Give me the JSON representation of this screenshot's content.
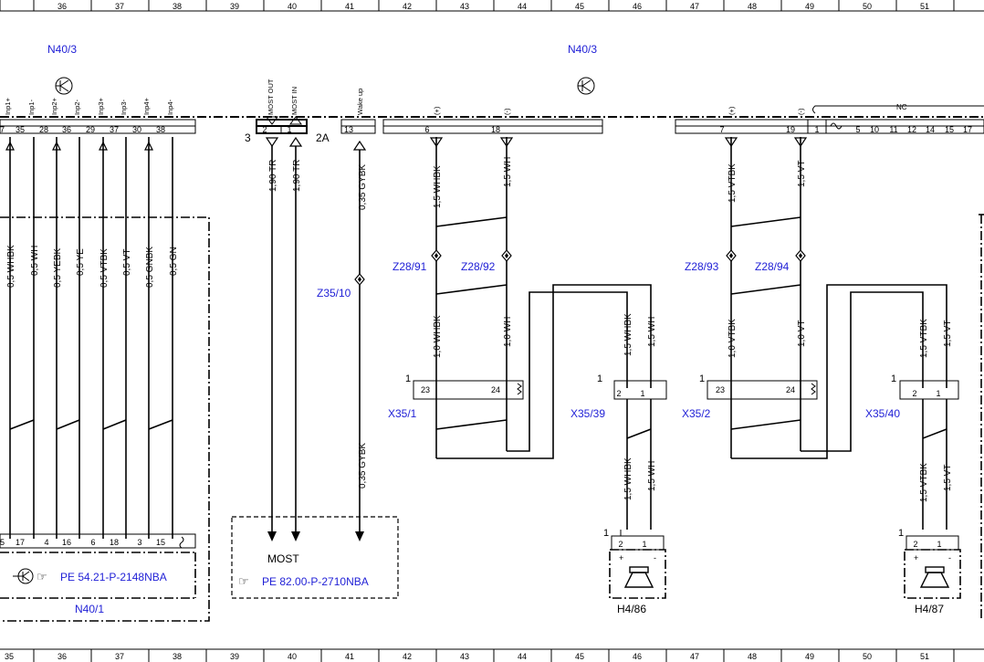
{
  "ruler": {
    "top": [
      "36",
      "37",
      "38",
      "39",
      "40",
      "41",
      "42",
      "43",
      "44",
      "45",
      "46",
      "47",
      "48",
      "49",
      "50",
      "51"
    ],
    "bottom": [
      "35",
      "36",
      "37",
      "38",
      "39",
      "40",
      "41",
      "42",
      "43",
      "44",
      "45",
      "46",
      "47",
      "48",
      "49",
      "50",
      "51"
    ]
  },
  "components": {
    "n40_3_left": "N40/3",
    "n40_3_right": "N40/3",
    "n40_1": "N40/1",
    "h4_86": "H4/86",
    "h4_87": "H4/87",
    "z35_10": "Z35/10",
    "z28_91": "Z28/91",
    "z28_92": "Z28/92",
    "z28_93": "Z28/93",
    "z28_94": "Z28/94",
    "x35_1": "X35/1",
    "x35_39": "X35/39",
    "x35_2": "X35/2",
    "x35_40": "X35/40"
  },
  "input_pins": [
    {
      "label": "Inp1+",
      "pin": "35",
      "wire": "0,5 WHBK",
      "lower": "17"
    },
    {
      "label": "Inp1-",
      "pin": "28",
      "wire": "0,5 WH",
      "lower": "4"
    },
    {
      "label": "Inp2+",
      "pin": "36",
      "wire": "0,5 YEBK",
      "lower": "16"
    },
    {
      "label": "Inp2-",
      "pin": "29",
      "wire": "0,5 YE",
      "lower": "6"
    },
    {
      "label": "Inp3+",
      "pin": "37",
      "wire": "0,5 VTBK",
      "lower": "18"
    },
    {
      "label": "Inp3-",
      "pin": "30",
      "wire": "0,5 VT",
      "lower": "3"
    },
    {
      "label": "Inp4+",
      "pin": "38",
      "wire": "0,5 GNBK",
      "lower": "15"
    },
    {
      "label": "Inp4-",
      "pin": "",
      "wire": "0,5 GN",
      "lower": ""
    }
  ],
  "left_partial": {
    "upper": "7",
    "lower": "5"
  },
  "most": {
    "out_label": "MOST OUT",
    "in_label": "MOST IN",
    "pin_out": "2",
    "pin_in": "1",
    "connector": "3",
    "connector_2a": "2A",
    "wire_out": "1,90 TR",
    "wire_in": "1,90 TR",
    "box_label": "MOST",
    "ref": "PE 82.00-P-2710NBA"
  },
  "wakeup": {
    "label": "Wake up",
    "pin": "13",
    "wire_upper": "0,35 GYBK",
    "wire_lower": "0,35 GYBK"
  },
  "n40_1_ref": "PE 54.21-P-2148NBA",
  "speaker_left": {
    "plus_label": "(+)",
    "minus_label": "(-)",
    "pin_plus": "6",
    "pin_minus": "18",
    "w1_plus": "1,5 WHBK",
    "w1_minus": "1,5 WH",
    "w2_plus": "1,0 WHBK",
    "w2_minus": "1,0 WH",
    "x351_pin_a": "23",
    "x351_pin_b": "24",
    "w3_plus": "1,5 WHBK",
    "w3_minus": "1,5 WH",
    "x3539_pin_a": "2",
    "x3539_pin_b": "1",
    "w4_plus": "1,5 WHBK",
    "w4_minus": "1,5 WH",
    "spk_pin_a": "2",
    "spk_pin_b": "1"
  },
  "speaker_right": {
    "plus_label": "(+)",
    "minus_label": "(-)",
    "pin_plus": "7",
    "pin_minus": "19",
    "w1_plus": "1,5 VTBK",
    "w1_minus": "1,5 VT",
    "w2_plus": "1,0 VTBK",
    "w2_minus": "1,0 VT",
    "x352_pin_a": "23",
    "x352_pin_b": "24",
    "w3_plus": "1,5 VTBK",
    "w3_minus": "1,5 VT",
    "x3540_pin_a": "2",
    "x3540_pin_b": "1",
    "w4_plus": "1,5 VTBK",
    "w4_minus": "1,5 VT",
    "spk_pin_a": "2",
    "spk_pin_b": "1"
  },
  "nc": {
    "label": "NC",
    "pins": [
      "1",
      "5",
      "10",
      "11",
      "12",
      "14",
      "15",
      "17"
    ]
  },
  "connector_one": "1",
  "polarity": {
    "plus": "+",
    "minus": "-"
  }
}
